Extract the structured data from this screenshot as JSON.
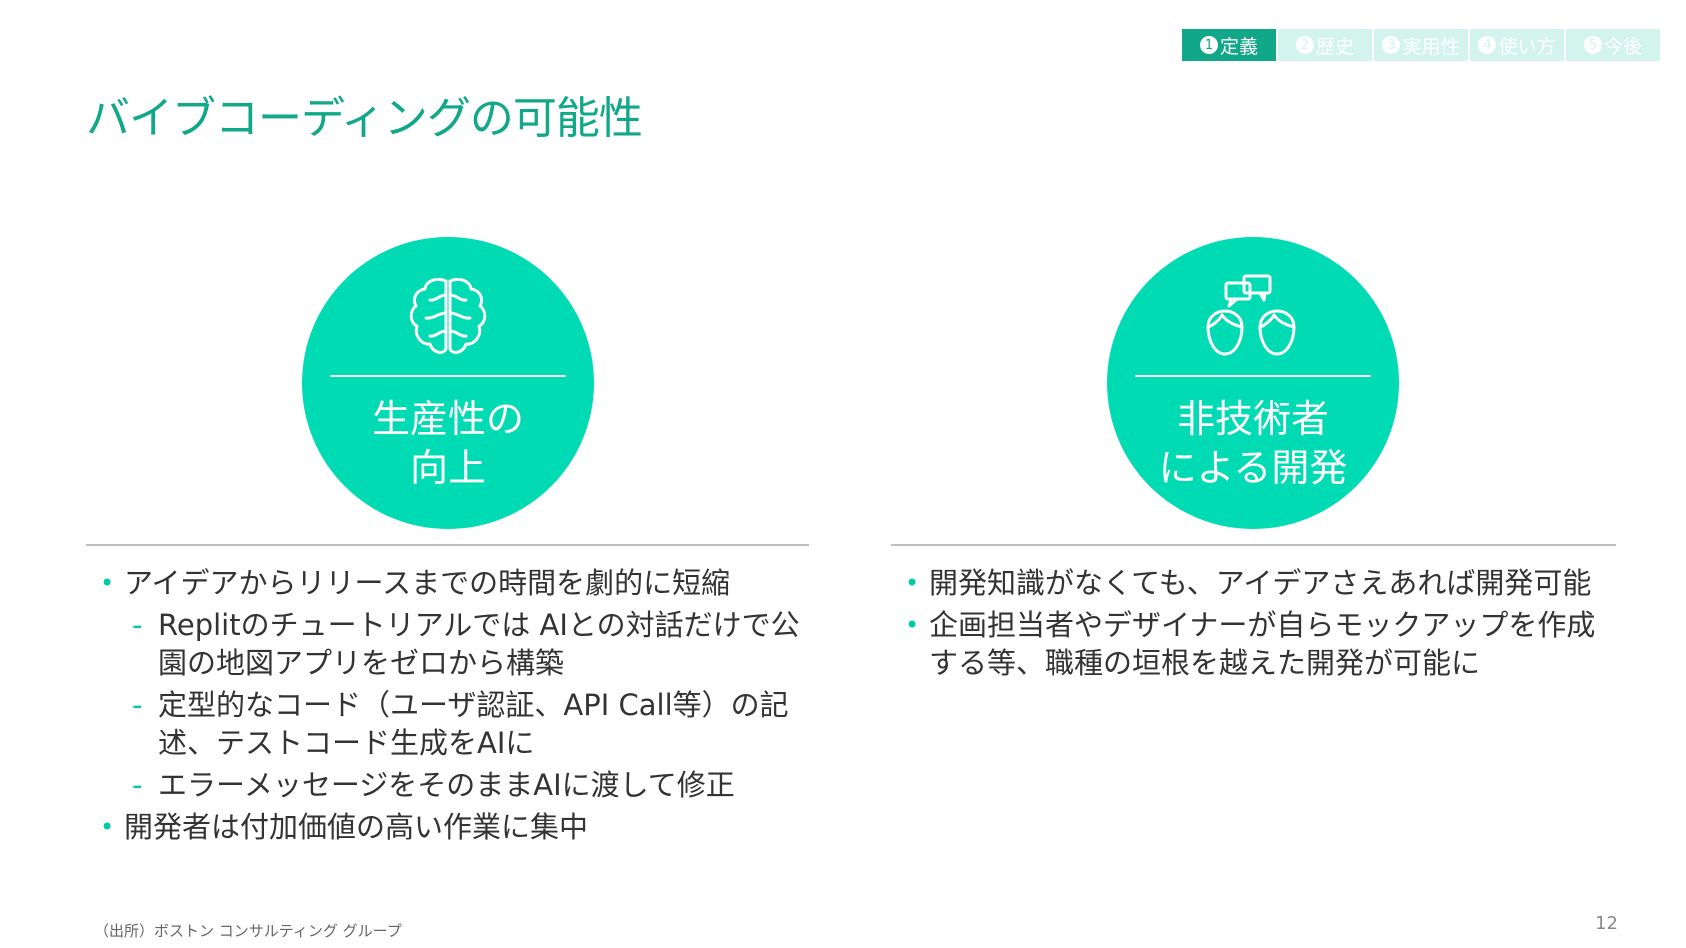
{
  "nav": {
    "tabs": [
      {
        "num": "1",
        "label": "定義",
        "active": true
      },
      {
        "num": "2",
        "label": "歴史",
        "active": false
      },
      {
        "num": "3",
        "label": "実用性",
        "active": false
      },
      {
        "num": "4",
        "label": "使い方",
        "active": false
      },
      {
        "num": "5",
        "label": "今後",
        "active": false
      }
    ]
  },
  "title": "バイブコーディングの可能性",
  "left": {
    "icon": "brain-icon",
    "circle_line1": "生産性の",
    "circle_line2": "向上",
    "bullets": [
      "アイデアからリリースまでの時間を劇的に短縮",
      "Replitのチュートリアルでは AIとの対話だけで公園の地図アプリをゼロから構築",
      "定型的なコード（ユーザ認証、API Call等）の記述、テストコード生成をAIに",
      "エラーメッセージをそのままAIに渡して修正",
      "開発者は付加価値の高い作業に集中"
    ]
  },
  "right": {
    "icon": "people-chat-icon",
    "circle_line1": "非技術者",
    "circle_line2": "による開発",
    "bullets": [
      "開発知識がなくても、アイデアさえあれば開発可能",
      "企画担当者やデザイナーが自らモックアップを作成する等、職種の垣根を越えた開発が可能に"
    ]
  },
  "footer": {
    "source": "（出所）ボストン コンサルティング グループ",
    "page": "12"
  },
  "colors": {
    "accent": "#00dbb4",
    "title": "#11a88a",
    "tab_inactive": "#d2f4ec"
  }
}
